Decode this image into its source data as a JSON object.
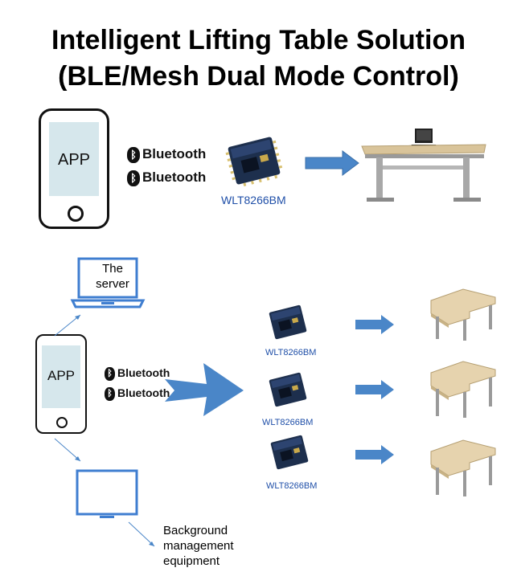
{
  "title": {
    "line1": "Intelligent Lifting Table Solution",
    "line2": "(BLE/Mesh Dual Mode Control)"
  },
  "top": {
    "phone_label": "APP",
    "bluetooth": [
      "Bluetooth",
      "Bluetooth"
    ],
    "module_label": "WLT8266BM"
  },
  "bottom": {
    "phone_label": "APP",
    "bluetooth": [
      "Bluetooth",
      "Bluetooth"
    ],
    "server_label": "The server",
    "management_label": "Background management equipment",
    "modules": [
      "WLT8266BM",
      "WLT8266BM",
      "WLT8266BM"
    ]
  },
  "colors": {
    "arrow_blue": "#4a86c8",
    "screen": "#d6e7ec",
    "chip_label": "#1f4fa8"
  }
}
